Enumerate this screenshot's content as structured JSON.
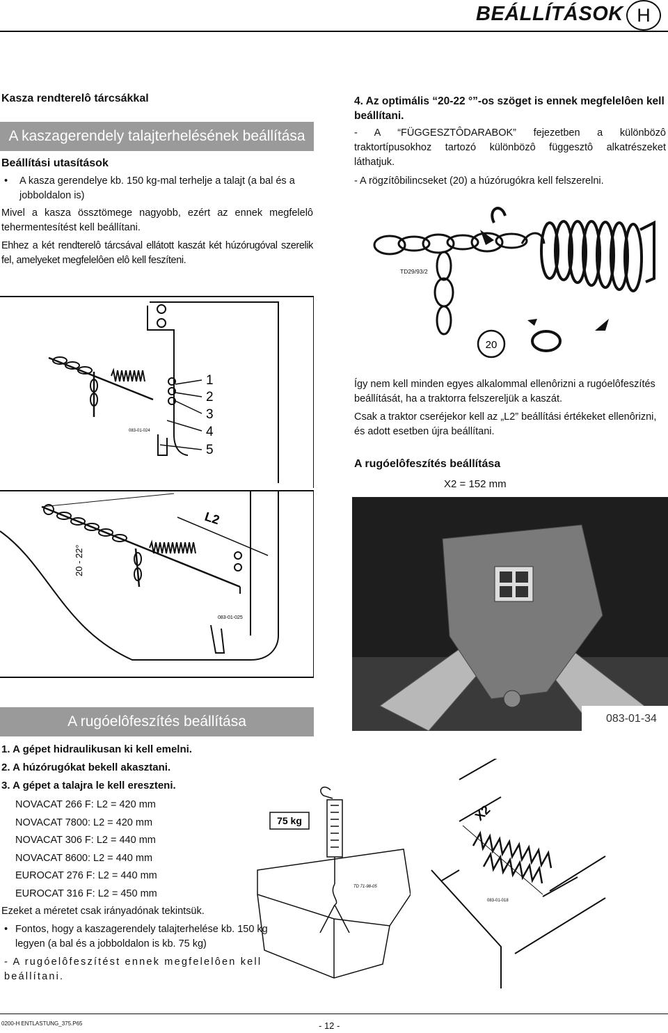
{
  "header": {
    "title": "BEÁLLÍTÁSOK",
    "letter": "H"
  },
  "left": {
    "section_title": "Kasza rendterelô tárcsákkal",
    "banner1": "A kaszagerendely talajterhelésének beállítása",
    "subtitle": "Beállítási utasítások",
    "bullet1": "A kasza gerendelye kb. 150 kg-mal terhelje a talajt (a bal és a jobboldalon is)",
    "para1": "Mivel a kasza össztömege nagyobb, ezért az ennek megfelelô tehermentesítést kell beállítani.",
    "para2": "Ehhez a két rendterelô tárcsával ellátott kaszát két húzórugóval szerelik fel, amelyeket megfelelôen elô kell feszíteni."
  },
  "right": {
    "step4": "4. Az optimális “20-22 °”-os szöget is ennek megfelelôen kell beállítani.",
    "dash1": "- A “FÜGGESZTÔDARABOK” fejezetben a különbözô traktortípusokhoz tartozó különbözô függesztô alkatrészeket láthatjuk.",
    "dash2": "- A rögzítôbilincseket (20) a húzórugókra kell felszerelni.",
    "para3": "Így nem kell minden egyes alkalommal ellenôrizni a rugóelôfeszítés beállítását, ha a traktorra felszereljük a kaszát.",
    "para4": "Csak a traktor cseréjekor kell az „L2” beállítási értékeket ellenôrizni, és adott esetben újra beállítani.",
    "heading": "A rugóelôfeszítés beállítása",
    "x2": "X2 = 152 mm"
  },
  "figures": {
    "td29": "TD29/93/2",
    "callout20": "20",
    "fig1_code": "083-01-024",
    "fig1_nums": [
      "1",
      "2",
      "3",
      "4",
      "5"
    ],
    "fig2_code": "083-01-025",
    "fig2_L2": "L2",
    "fig2_angle": "20 - 22°",
    "photo_code": "083-01-34",
    "weight": "75 kg",
    "td71": "TD 71-98-05",
    "x2_label": "X2",
    "fig4_code": "083-01-018"
  },
  "bottom": {
    "banner2": "A rugóelôfeszítés beállítása",
    "steps": [
      "1. A gépet hidraulikusan ki kell emelni.",
      "2. A húzórugókat bekell akasztani.",
      "3. A gépet a talajra le kell ereszteni."
    ],
    "models": [
      "NOVACAT 266 F: L2 = 420 mm",
      "NOVACAT 7800: L2 = 420 mm",
      "NOVACAT 306 F: L2 = 440 mm",
      "NOVACAT 8600: L2 = 440 mm",
      "EUROCAT 276 F: L2 = 440 mm",
      "EUROCAT 316 F: L2 = 450 mm"
    ],
    "note": "Ezeket a méretet csak irányadónak tekintsük.",
    "bullet2": "Fontos, hogy a kaszagerendely talajterhelése kb. 150 kg legyen (a bal és a jobboldalon is kb. 75 kg)",
    "dash3": "- A rugóelôfeszítést ennek megfelelôen kell beállítani."
  },
  "footer": {
    "file": "0200-H ENTLASTUNG_375.P65",
    "page": "- 12 -"
  }
}
